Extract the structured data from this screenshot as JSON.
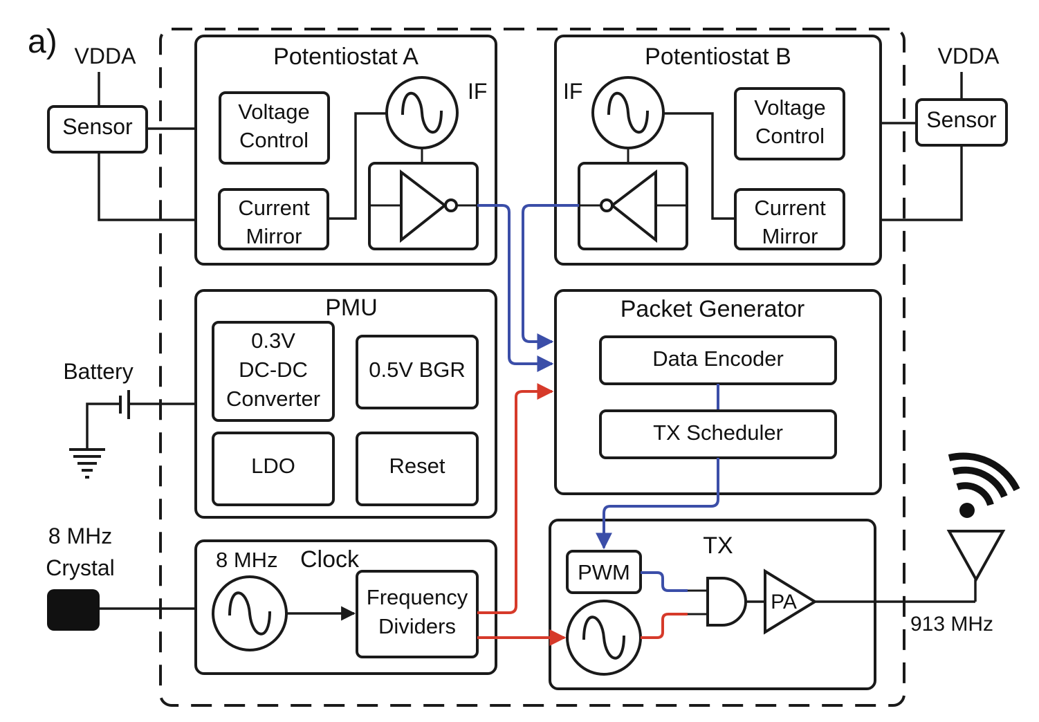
{
  "panel_label": "a)",
  "colors": {
    "digital_signal": "#3b4ea8",
    "clock_signal": "#d63a2a",
    "stroke": "#1a1a1a"
  },
  "external": {
    "vdda_left": "VDDA",
    "vdda_right": "VDDA",
    "sensor_left": "Sensor",
    "sensor_right": "Sensor",
    "battery": "Battery",
    "crystal_line1": "8 MHz",
    "crystal_line2": "Crystal",
    "antenna_freq": "913 MHz"
  },
  "potentiostat_a": {
    "title": "Potentiostat A",
    "voltage_control": [
      "Voltage",
      "Control"
    ],
    "current_mirror": [
      "Current",
      "Mirror"
    ],
    "if_label": "IF"
  },
  "potentiostat_b": {
    "title": "Potentiostat B",
    "voltage_control": [
      "Voltage",
      "Control"
    ],
    "current_mirror": [
      "Current",
      "Mirror"
    ],
    "if_label": "IF"
  },
  "pmu": {
    "title": "PMU",
    "dcdc": [
      "0.3V",
      "DC-DC",
      "Converter"
    ],
    "bgr": "0.5V BGR",
    "ldo": "LDO",
    "reset": "Reset"
  },
  "clock": {
    "title_freq": "8 MHz",
    "title": "Clock",
    "dividers": [
      "Frequency",
      "Dividers"
    ]
  },
  "packet_generator": {
    "title": "Packet Generator",
    "encoder": "Data Encoder",
    "scheduler": "TX Scheduler"
  },
  "tx": {
    "title": "TX",
    "pwm": "PWM",
    "pa": "PA"
  }
}
